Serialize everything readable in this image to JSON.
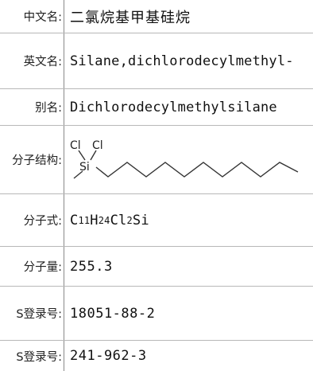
{
  "rows": {
    "chinese_name": {
      "label": "中文名:",
      "value": "二氯烷基甲基硅烷"
    },
    "english_name": {
      "label": "英文名:",
      "value": "Silane,dichlorodecylmethyl-"
    },
    "alias": {
      "label": "别名:",
      "value": "Dichlorodecylmethylsilane"
    },
    "structure": {
      "label": "分子结构:",
      "atom_cl_1": "Cl",
      "atom_cl_2": "Cl",
      "atom_si": "Si"
    },
    "formula": {
      "label": "分子式:",
      "parts": [
        {
          "text": "C",
          "sub": "11"
        },
        {
          "text": "H",
          "sub": "24"
        },
        {
          "text": "Cl",
          "sub": "2"
        },
        {
          "text": "Si",
          "sub": ""
        }
      ]
    },
    "molecular_weight": {
      "label": "分子量:",
      "value": "255.3"
    },
    "cas_number": {
      "label": "S登录号:",
      "value": "18051-88-2"
    },
    "einecs_number": {
      "label": "S登录号:",
      "value": "241-962-3"
    }
  },
  "colors": {
    "border": "#b8b8b8",
    "divider": "#8a8a8a",
    "text": "#111111"
  }
}
